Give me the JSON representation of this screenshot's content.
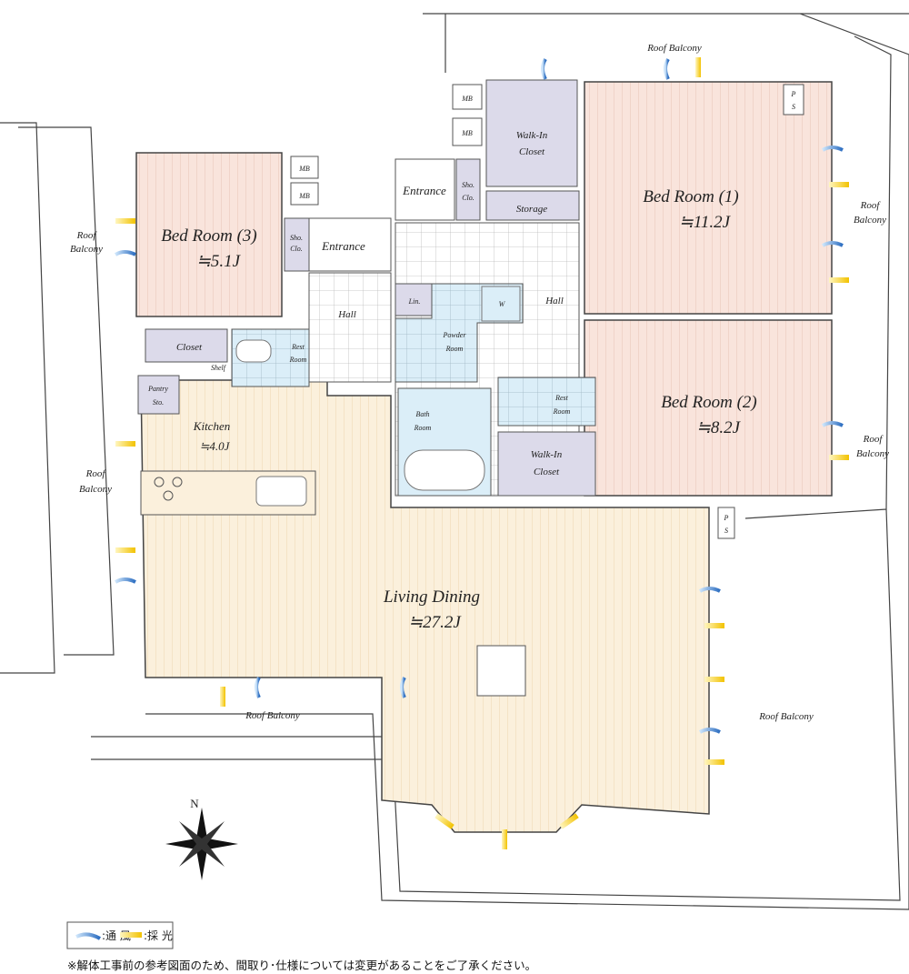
{
  "rooms": {
    "bed3": {
      "name": "Bed Room (3)",
      "size": "≒5.1J"
    },
    "bed1": {
      "name": "Bed Room (1)",
      "size": "≒11.2J"
    },
    "bed2": {
      "name": "Bed Room (2)",
      "size": "≒8.2J"
    },
    "kitchen": {
      "name": "Kitchen",
      "size": "≒4.0J"
    },
    "living": {
      "name": "Living Dining",
      "size": "≒27.2J"
    }
  },
  "labels": {
    "mb": "MB",
    "entrance": "Entrance",
    "sho": "Sho.",
    "clo": "Clo.",
    "hall": "Hall",
    "closet": "Closet",
    "shelf": "Shelf",
    "rest": "Rest",
    "room": "Room",
    "pantry": "Pantry",
    "sto": "Sto.",
    "walkin": "Walk-In",
    "closet2": "Closet",
    "storage": "Storage",
    "lin": "Lin.",
    "w": "W",
    "powder": "Powder",
    "bath": "Bath",
    "ps_p": "P",
    "ps_s": "S",
    "roof": "Roof",
    "balcony": "Balcony",
    "roof_balcony": "Roof Balcony",
    "north": "N"
  },
  "legend": {
    "wind": ":通 風",
    "light": ":採 光"
  },
  "footnote": "※解体工事前の参考図面のため、間取り･仕様については変更があることをご了承ください。",
  "colors": {
    "bedroom": "#f9e4dc",
    "living": "#fbf0dc",
    "storage": "#dcdaea",
    "wet": "#dbeef8",
    "wind": "#3a7fc8",
    "light": "#f2c200"
  }
}
